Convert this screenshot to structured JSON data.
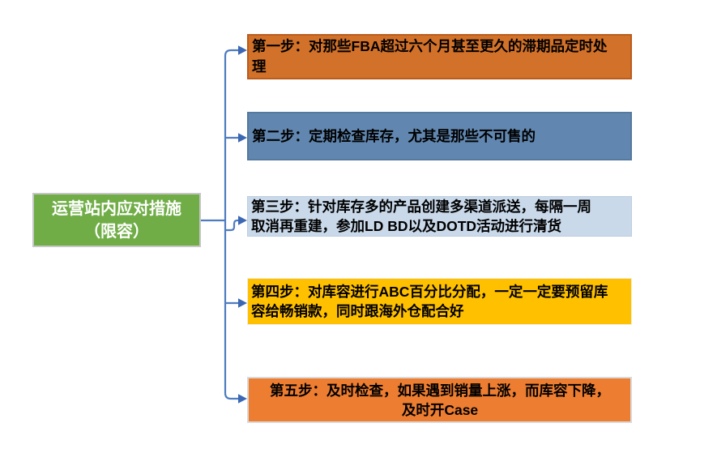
{
  "diagram": {
    "background": "#FFFFFF",
    "connector_color": "#4E7CC0",
    "arrow_color": "#3B67B3",
    "root": {
      "label": "运营站内应对措施\n（限容）",
      "fill": "#70AD47",
      "border": "#C6C6C6",
      "text_color": "#FFFFFF"
    },
    "steps": [
      {
        "id": 1,
        "label": "第一步：对那些FBA超过六个月甚至更久的滞期品定时处\n理",
        "fill": "#D2712A",
        "border": "#BA5C1C",
        "text_color": "#000000",
        "align": "left"
      },
      {
        "id": 2,
        "label": "第二步：定期检查库存，尤其是那些不可售的",
        "fill": "#6187B0",
        "border": "#55799F",
        "text_color": "#000000",
        "align": "left"
      },
      {
        "id": 3,
        "label": "第三步：针对库存多的产品创建多渠道派送，每隔一周\n取消再重建，参加LD BD以及DOTD活动进行清货",
        "fill": "#C9D9EA",
        "border": "#BDCDE0",
        "text_color": "#000000",
        "align": "left"
      },
      {
        "id": 4,
        "label": "第四步：对库容进行ABC百分比分配，一定一定要预留库\n容给畅销款，同时跟海外仓配合好",
        "fill": "#FFC000",
        "border": "#EFEDE8",
        "text_color": "#000000",
        "align": "left"
      },
      {
        "id": 5,
        "label": "第五步：及时检查，如果遇到销量上涨，而库容下降，\n及时开Case",
        "fill": "#ED7D31",
        "border": "#D9D9D9",
        "text_color": "#000000",
        "align": "center"
      }
    ]
  }
}
